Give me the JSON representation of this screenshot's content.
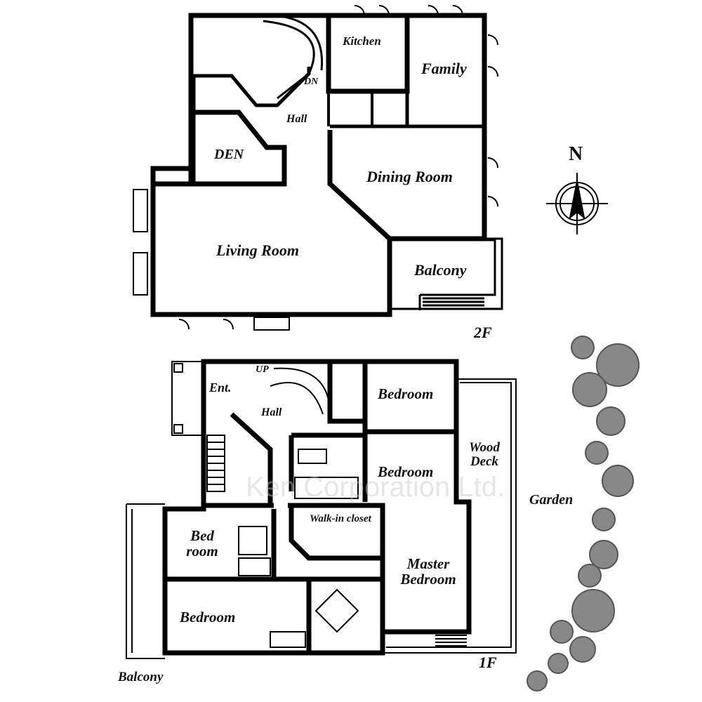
{
  "floor_2f": {
    "floor_label": "2F",
    "rooms": {
      "kitchen": "Kitchen",
      "family": "Family",
      "hall": "Hall",
      "dn": "DN",
      "den": "DEN",
      "dining": "Dining Room",
      "living": "Living Room",
      "balcony": "Balcony"
    }
  },
  "floor_1f": {
    "floor_label": "1F",
    "rooms": {
      "ent": "Ent.",
      "up": "UP",
      "hall": "Hall",
      "bedroom_ne": "Bedroom",
      "bedroom_e": "Bedroom",
      "wood_deck": "Wood Deck",
      "walkin": "Walk-in closet",
      "master": "Master Bedroom",
      "bed_room": "Bed room",
      "bedroom_sw": "Bedroom",
      "balcony": "Balcony",
      "garden": "Garden"
    }
  },
  "compass": {
    "label": "N"
  },
  "watermark": "Ken Corporation Ltd.",
  "colors": {
    "wall": "#000000",
    "tree": "#777777"
  }
}
